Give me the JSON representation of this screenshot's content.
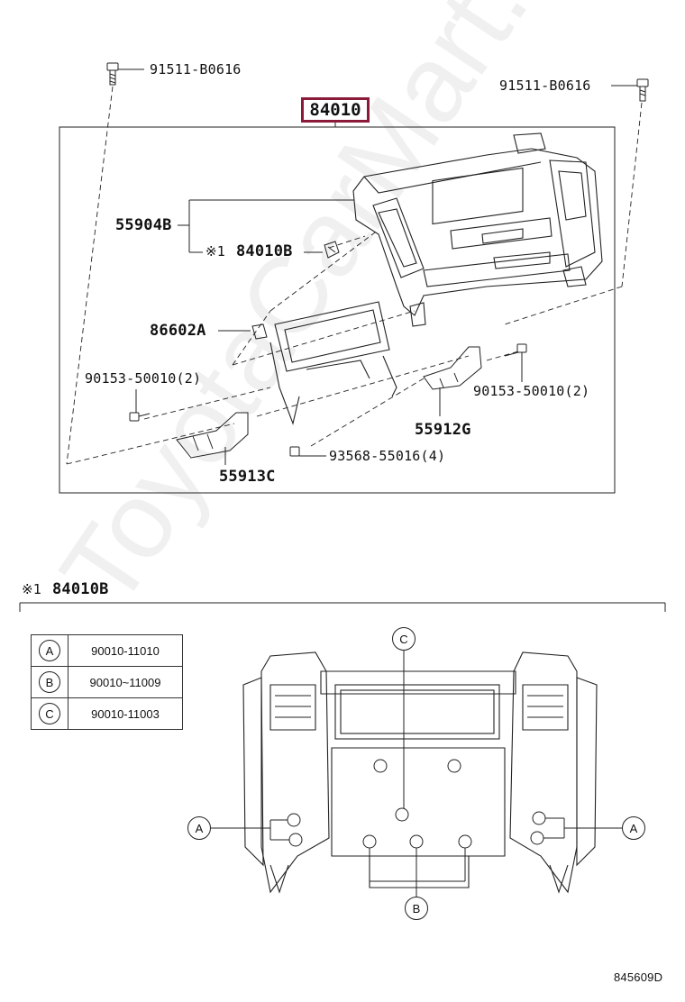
{
  "main_part": "84010",
  "labels": {
    "bolt_left": "91511-B0616",
    "bolt_right": "91511-B0616",
    "p55904B": "55904B",
    "note_mark": "※1",
    "p84010B": "84010B",
    "p86602A": "86602A",
    "screw_left": "90153-50010(2)",
    "screw_right": "90153-50010(2)",
    "p55912G": "55912G",
    "p93568": "93568-55016(4)",
    "p55913C": "55913C"
  },
  "detail": {
    "mark": "※1",
    "title": "84010B"
  },
  "legend": [
    {
      "key": "A",
      "part": "90010-11010"
    },
    {
      "key": "B",
      "part": "90010~11009"
    },
    {
      "key": "C",
      "part": "90010-11003"
    }
  ],
  "callouts": {
    "c": "C",
    "a_left": "A",
    "a_right": "A",
    "b": "B"
  },
  "watermark": "ToyotaCarMart.ru",
  "figure_code": "845609D"
}
